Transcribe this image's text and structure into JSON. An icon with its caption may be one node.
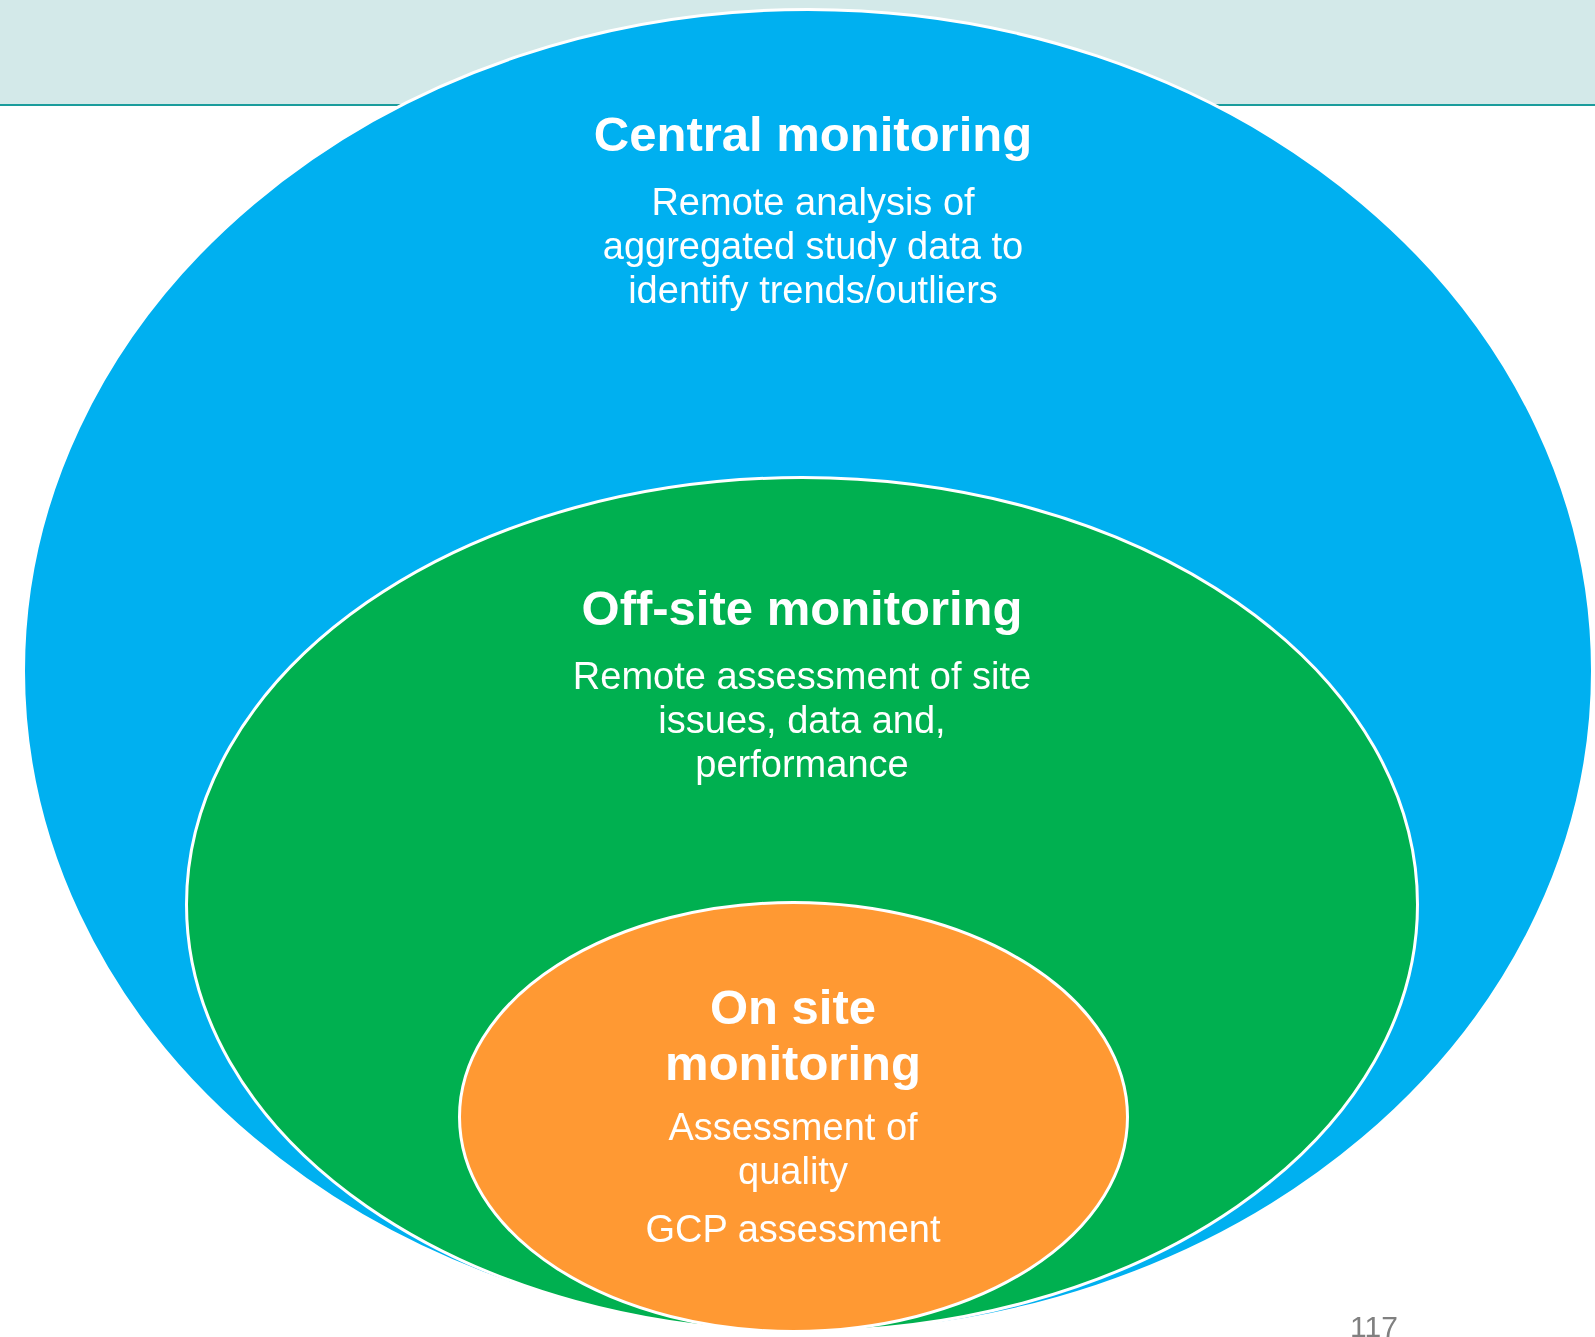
{
  "diagram": {
    "nodes": [
      {
        "text": [
          "Central monitoring",
          "Remote analysis of aggregated study data to identify trends/outliers"
        ]
      },
      {
        "text": [
          "Off-site monitoring",
          "Remote assessment of site issues, data and, performance"
        ],
        "in": 0
      },
      {
        "text": [
          "On site monitoring",
          "Assessment of quality",
          "GCP assessment"
        ],
        "in": 1
      }
    ],
    "labels": [
      "117"
    ]
  }
}
